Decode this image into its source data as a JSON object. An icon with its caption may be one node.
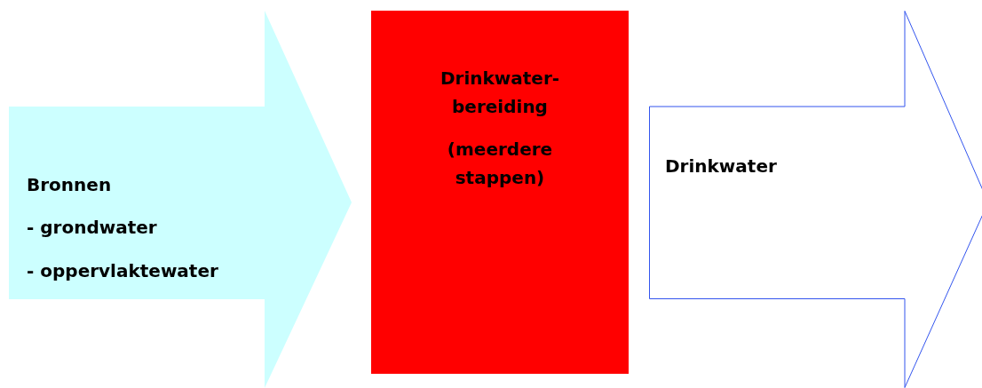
{
  "diagram": {
    "nodes": [
      {
        "text": [
          "Bronnen",
          "- grondwater",
          "- oppervlaktewater"
        ]
      },
      {
        "text": [
          "Drinkwater-bereiding",
          "(meerdere stappen)"
        ]
      },
      {
        "text": [
          "Drinkwater"
        ]
      }
    ]
  }
}
